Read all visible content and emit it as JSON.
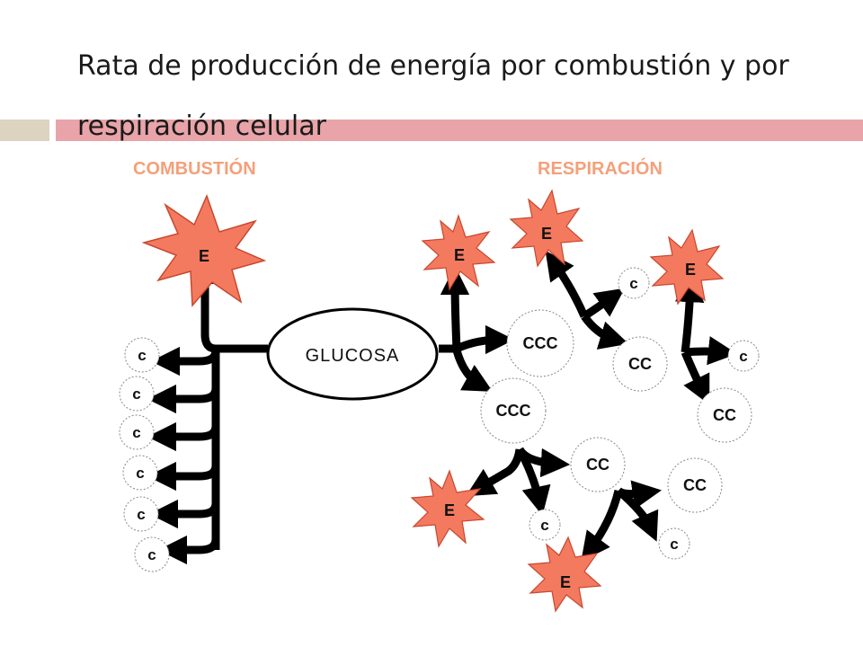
{
  "title": "Rata de producción de energía por combustión y por respiración celular",
  "colors": {
    "accent_band": "#e8a4a8",
    "side_band": "#ddd3c1",
    "burst": "#f47a5f",
    "header": "#f4a07a",
    "arrow": "#000000"
  },
  "diagram": {
    "combustion_label": "COMBUSTIÓN",
    "respiration_label": "RESPIRACIÓN",
    "glucose_label": "GLUCOSA",
    "energy_label": "E",
    "c_label": "c",
    "ccc_label": "CCC",
    "cc_label": "CC"
  }
}
